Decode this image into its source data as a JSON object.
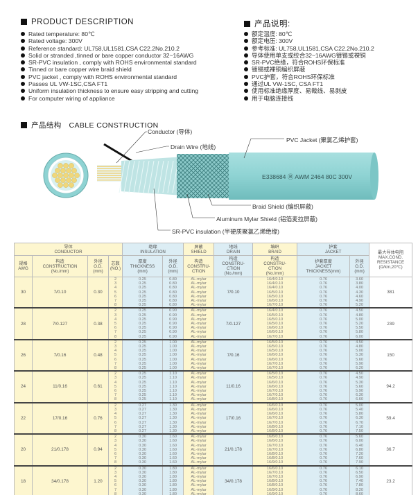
{
  "left_section": {
    "title": "PRODUCT DESCRIPTION",
    "items": [
      "Rated temperature: 80℃",
      "Rated voltage: 300V",
      "Reference standard: UL758,UL1581,CSA C22.2No.210.2",
      "Solid or stranded ,tinned or bare copper conductor 32~16AWG",
      "SR-PVC insulation , comply with ROHS environmental standard",
      "Tinned or bare copper wire braid shield",
      "PVC jacket , comply with ROHS environmental standard",
      "Passes UL VW-1SC,CSA FT1",
      "Uniform insulation thickness to ensure easy stripping and cutting",
      "For computer wiring of appliance"
    ]
  },
  "right_section": {
    "title": "产品说明:",
    "items": [
      "额定温度: 80℃",
      "额定电压: 300V",
      "参考标准: UL758,UL1581,CSA C22.2No.210.2",
      "导体使用单支或绞合32~16AWG镀锡或裸铜",
      "SR-PVC绝缘，符合ROHS环保标准",
      "镀锡或裸铜编织屏蔽",
      "PVC护套，符合ROHS环保标准",
      "通过UL VW-1SC, CSA FT1",
      "使用标准绝缘厚度、易裁线、易剥皮",
      "用于电脑连接线"
    ]
  },
  "construction": {
    "title": "产品结构　CABLE CONSTRUCTION",
    "labels": {
      "conductor": "Conductor (导体)",
      "drain": "Drain Wire (地线)",
      "jacket": "PVC Jacket (聚氯乙烯护套)",
      "braid": "Braid Shield (编织屏蔽)",
      "mylar": "Aluminum Mylar Shield (铝箔麦拉屏蔽)",
      "insulation": "SR-PVC insulation (半硬质聚氯乙烯绝缘)"
    },
    "print_text": "E338684 Ⓡ AWM 2464 80C 300V",
    "colors": {
      "jacket": "#8ed3d3",
      "jacket_dark": "#6fbcbc",
      "core": "#f0d77a",
      "braid": "#5aa2a2"
    }
  },
  "table": {
    "group_headers": {
      "conductor": "导体\nCONDUCTOR",
      "insulation": "绝缘\nINSULATION",
      "shield": "屏蔽\nSHIELD",
      "drain": "地线\nDRAIN",
      "braid": "编织\nBRAID",
      "jacket": "护套\nJACKET"
    },
    "columns": {
      "awg": "规格\nAWG",
      "construction": "构造\nCONSTRUCTION\n(No./mm)",
      "od": "外径\nO.D.\n(mm)",
      "cores": "芯数\n(NO.)",
      "ins_thick": "厚度\nTHICKNESS\n(mm)",
      "ins_od": "外径\nO.D.\n(mm)",
      "shield_cons": "构造\nCONSTRU-\nCTION",
      "drain_cons": "构造\nCONSTRU-\nCTION\n(No./mm)",
      "braid_cons": "构造\nCONSTRU-\nCTION\n(No./mm)",
      "jacket_thick": "护套厚度\nJACKET\nTHICKNESS(mm)",
      "jacket_od": "外径\nO.D.\n(mm)",
      "resistance": "最大导体电阻\nMAX.COND.\nRESISTANCE\n(Ω/km,20℃)"
    },
    "groups": [
      {
        "awg": "30",
        "construction": "7/0.10",
        "od": "0.30",
        "drain": "7/0.10",
        "resistance": "381",
        "cores": [
          "2",
          "3",
          "4",
          "5",
          "6",
          "7",
          "8"
        ],
        "ins_thick": [
          "0.25",
          "0.25",
          "0.25",
          "0.25",
          "0.25",
          "0.25",
          "0.25"
        ],
        "ins_od": [
          "0.80",
          "0.80",
          "0.80",
          "0.80",
          "0.80",
          "0.80",
          "0.80"
        ],
        "shield": [
          "AL-mylar",
          "AL-mylar",
          "AL-mylar",
          "AL-mylar",
          "AL-mylar",
          "AL-mylar",
          "AL-mylar"
        ],
        "braid": [
          "16/4/0.10",
          "16/4/0.10",
          "16/4/0.10",
          "16/5/0.10",
          "16/5/0.10",
          "16/6/0.10",
          "16/7/0.10"
        ],
        "jacket_thick": [
          "0.76",
          "0.76",
          "0.76",
          "0.76",
          "0.76",
          "0.76",
          "0.76"
        ],
        "jacket_od": [
          "3.60",
          "3.80",
          "4.00",
          "4.30",
          "4.60",
          "4.90",
          "5.20"
        ]
      },
      {
        "awg": "28",
        "construction": "7/0.127",
        "od": "0.38",
        "drain": "7/0.127",
        "resistance": "239",
        "cores": [
          "2",
          "3",
          "4",
          "5",
          "6",
          "7",
          "8"
        ],
        "ins_thick": [
          "0.25",
          "0.25",
          "0.25",
          "0.25",
          "0.25",
          "0.25",
          "0.25"
        ],
        "ins_od": [
          "0.90",
          "0.90",
          "0.90",
          "0.90",
          "0.90",
          "0.90",
          "0.90"
        ],
        "shield": [
          "AL-mylar",
          "AL-mylar",
          "AL-mylar",
          "AL-mylar",
          "AL-mylar",
          "AL-mylar",
          "AL-mylar"
        ],
        "braid": [
          "16/4/0.10",
          "16/5/0.10",
          "16/5/0.10",
          "16/5/0.10",
          "16/6/0.10",
          "16/6/0.10",
          "16/7/0.10"
        ],
        "jacket_thick": [
          "0.76",
          "0.76",
          "0.76",
          "0.76",
          "0.76",
          "0.76",
          "0.76"
        ],
        "jacket_od": [
          "4.50",
          "4.80",
          "5.00",
          "5.20",
          "5.50",
          "5.80",
          "6.00"
        ]
      },
      {
        "awg": "26",
        "construction": "7/0.16",
        "od": "0.48",
        "drain": "7/0.16",
        "resistance": "150",
        "cores": [
          "2",
          "3",
          "4",
          "5",
          "6",
          "7",
          "8"
        ],
        "ins_thick": [
          "0.25",
          "0.25",
          "0.25",
          "0.25",
          "0.25",
          "0.25",
          "0.25"
        ],
        "ins_od": [
          "1.00",
          "1.00",
          "1.00",
          "1.00",
          "1.00",
          "1.00",
          "1.00"
        ],
        "shield": [
          "AL-mylar",
          "AL-mylar",
          "AL-mylar",
          "AL-mylar",
          "AL-mylar",
          "AL-mylar",
          "AL-mylar"
        ],
        "braid": [
          "16/5/0.10",
          "16/5/0.10",
          "16/5/0.10",
          "16/6/0.10",
          "16/6/0.10",
          "16/7/0.10",
          "16/7/0.10"
        ],
        "jacket_thick": [
          "0.76",
          "0.76",
          "0.76",
          "0.76",
          "0.76",
          "0.76",
          "0.76"
        ],
        "jacket_od": [
          "4.50",
          "4.80",
          "5.00",
          "5.30",
          "5.60",
          "5.90",
          "6.20"
        ]
      },
      {
        "awg": "24",
        "construction": "11/0.16",
        "od": "0.61",
        "drain": "11/0.16",
        "resistance": "94.2",
        "cores": [
          "2",
          "3",
          "4",
          "5",
          "6",
          "7",
          "8"
        ],
        "ins_thick": [
          "0.25",
          "0.25",
          "0.25",
          "0.25",
          "0.25",
          "0.25",
          "0.25"
        ],
        "ins_od": [
          "1.10",
          "1.10",
          "1.10",
          "1.10",
          "1.10",
          "1.10",
          "1.10"
        ],
        "shield": [
          "AL-mylar",
          "AL-mylar",
          "AL-mylar",
          "AL-mylar",
          "AL-mylar",
          "AL-mylar",
          "AL-mylar"
        ],
        "braid": [
          "16/5/0.10",
          "16/5/0.10",
          "16/6/0.10",
          "16/6/0.10",
          "16/7/0.10",
          "16/7/0.10",
          "16/8/0.10"
        ],
        "jacket_thick": [
          "0.76",
          "0.76",
          "0.76",
          "0.76",
          "0.76",
          "0.76",
          "0.76"
        ],
        "jacket_od": [
          "4.50",
          "4.90",
          "5.30",
          "5.60",
          "5.90",
          "6.30",
          "6.60"
        ]
      },
      {
        "awg": "22",
        "construction": "17/0.16",
        "od": "0.76",
        "drain": "17/0.16",
        "resistance": "59.4",
        "cores": [
          "2",
          "3",
          "4",
          "5",
          "6",
          "7",
          "8"
        ],
        "ins_thick": [
          "0.27",
          "0.27",
          "0.27",
          "0.27",
          "0.27",
          "0.27",
          "0.27"
        ],
        "ins_od": [
          "1.30",
          "1.30",
          "1.30",
          "1.30",
          "1.30",
          "1.30",
          "1.30"
        ],
        "shield": [
          "AL-mylar",
          "AL-mylar",
          "AL-mylar",
          "AL-mylar",
          "AL-mylar",
          "AL-mylar",
          "AL-mylar"
        ],
        "braid": [
          "16/6/0.10",
          "16/6/0.10",
          "16/6/0.10",
          "16/7/0.10",
          "16/7/0.10",
          "16/8/0.10",
          "16/8/0.10"
        ],
        "jacket_thick": [
          "0.76",
          "0.76",
          "0.76",
          "0.76",
          "0.76",
          "0.76",
          "0.76"
        ],
        "jacket_od": [
          "5.00",
          "5.40",
          "5.80",
          "6.30",
          "6.70",
          "7.10",
          "7.50"
        ]
      },
      {
        "awg": "20",
        "construction": "21/0.178",
        "od": "0.94",
        "drain": "21/0.178",
        "resistance": "36.7",
        "cores": [
          "2",
          "3",
          "4",
          "5",
          "6",
          "7",
          "8"
        ],
        "ins_thick": [
          "0.30",
          "0.30",
          "0.30",
          "0.30",
          "0.30",
          "0.30",
          "0.30"
        ],
        "ins_od": [
          "1.60",
          "1.60",
          "1.60",
          "1.60",
          "1.60",
          "1.60",
          "1.60"
        ],
        "shield": [
          "AL-mylar",
          "AL-mylar",
          "AL-mylar",
          "AL-mylar",
          "AL-mylar",
          "AL-mylar",
          "AL-mylar"
        ],
        "braid": [
          "16/6/0.10",
          "16/6/0.10",
          "16/7/0.10",
          "16/7/0.10",
          "16/8/0.10",
          "16/8/0.10",
          "16/9/0.10"
        ],
        "jacket_thick": [
          "0.76",
          "0.76",
          "0.76",
          "0.76",
          "0.76",
          "0.76",
          "0.76"
        ],
        "jacket_od": [
          "5.60",
          "6.00",
          "6.40",
          "6.80",
          "7.20",
          "7.60",
          "7.90"
        ]
      },
      {
        "awg": "18",
        "construction": "34/0.178",
        "od": "1.20",
        "drain": "34/0.178",
        "resistance": "23.2",
        "cores": [
          "2",
          "3",
          "4",
          "5",
          "6",
          "7",
          "8"
        ],
        "ins_thick": [
          "0.30",
          "0.30",
          "0.30",
          "0.30",
          "0.30",
          "0.30",
          "0.30"
        ],
        "ins_od": [
          "1.80",
          "1.80",
          "1.80",
          "1.80",
          "1.80",
          "1.80",
          "1.80"
        ],
        "shield": [
          "AL-mylar",
          "AL-mylar",
          "AL-mylar",
          "AL-mylar",
          "AL-mylar",
          "AL-mylar",
          "AL-mylar"
        ],
        "braid": [
          "16/6/0.10",
          "16/7/0.10",
          "16/7/0.10",
          "16/8/0.10",
          "16/8/0.10",
          "16/9/0.10",
          "16/9/0.10"
        ],
        "jacket_thick": [
          "0.76",
          "0.76",
          "0.76",
          "0.76",
          "0.76",
          "0.76",
          "0.76"
        ],
        "jacket_od": [
          "6.10",
          "6.50",
          "6.90",
          "7.40",
          "7.80",
          "8.20",
          "8.60"
        ]
      }
    ]
  }
}
